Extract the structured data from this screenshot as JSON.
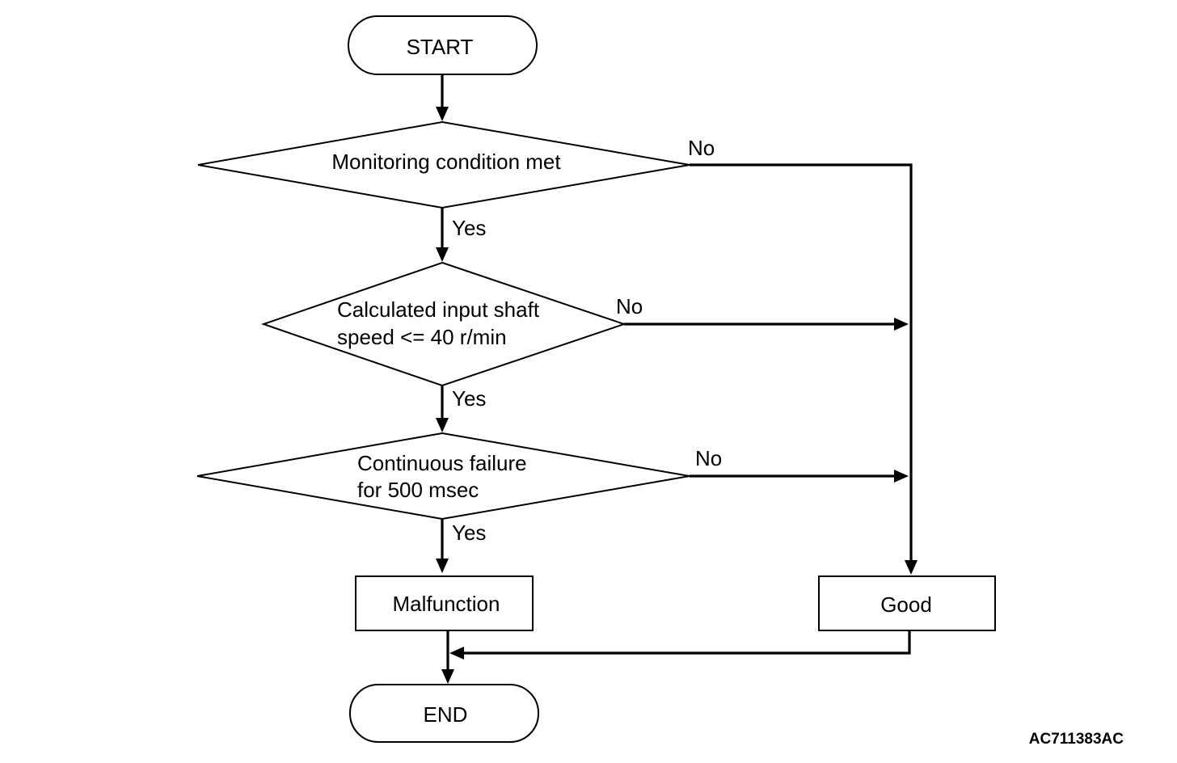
{
  "flowchart": {
    "start": "START",
    "end": "END",
    "decision_1": "Monitoring condition met",
    "decision_2": {
      "line_1": "Calculated input shaft",
      "line_2": "speed <= 40 r/min"
    },
    "decision_3": {
      "line_1": "Continuous failure",
      "line_2": "for 500 msec"
    },
    "result_malfunction": "Malfunction",
    "result_good": "Good",
    "branch_yes": "Yes",
    "branch_no": "No"
  },
  "reference_code": "AC711383AC"
}
